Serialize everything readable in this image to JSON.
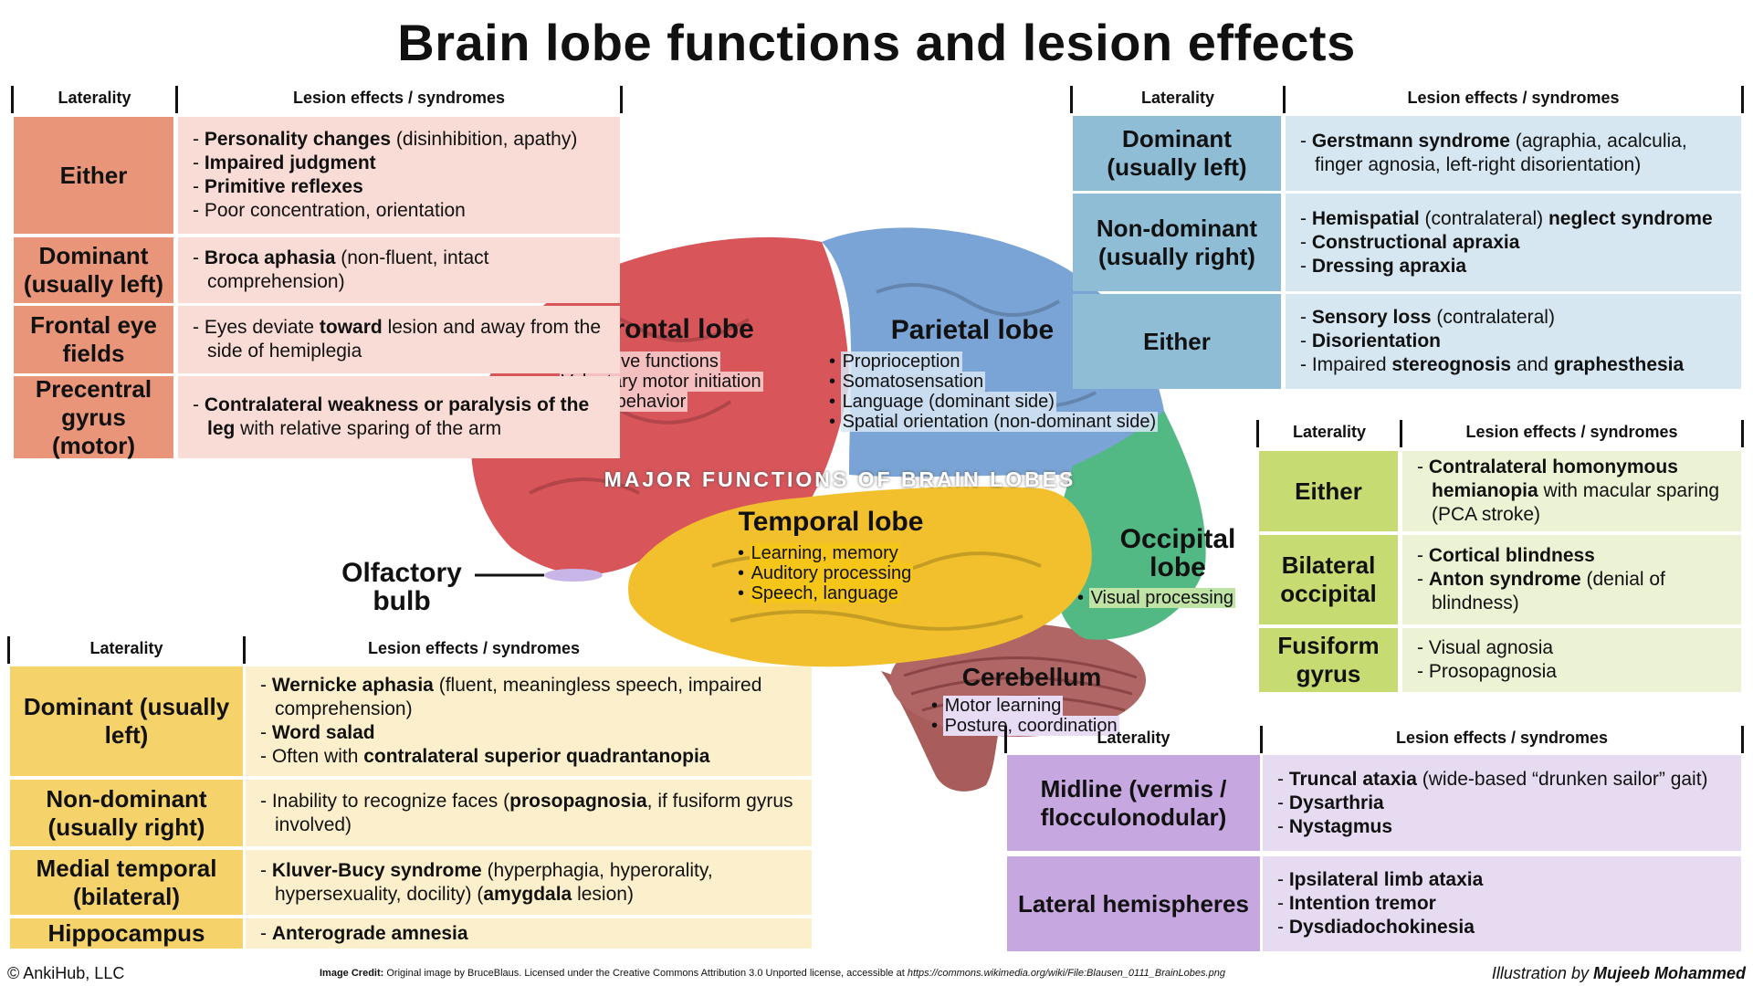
{
  "title": "Brain lobe functions and lesion effects",
  "headers": {
    "laterality": "Laterality",
    "lesion": "Lesion effects / syndromes"
  },
  "frontal": {
    "rows": [
      {
        "label": "Either",
        "lines": [
          [
            [
              "b",
              "Personality changes"
            ],
            [
              "n",
              " (disinhibition, apathy)"
            ]
          ],
          [
            [
              "b",
              "Impaired judgment"
            ]
          ],
          [
            [
              "b",
              "Primitive reflexes"
            ]
          ],
          [
            [
              "n",
              "Poor concentration, orientation"
            ]
          ]
        ]
      },
      {
        "label": "Dominant (usually left)",
        "lines": [
          [
            [
              "b",
              "Broca aphasia"
            ],
            [
              "n",
              " (non-fluent, intact comprehension)"
            ]
          ]
        ]
      },
      {
        "label": "Frontal eye fields",
        "lines": [
          [
            [
              "n",
              "Eyes deviate "
            ],
            [
              "b",
              "toward"
            ],
            [
              "n",
              " lesion and away from the side of hemiplegia"
            ]
          ]
        ]
      },
      {
        "label": "Precentral gyrus (motor)",
        "lines": [
          [
            [
              "b",
              "Contralateral weakness or paralysis of the leg"
            ],
            [
              "n",
              " with relative sparing of the arm"
            ]
          ]
        ]
      }
    ]
  },
  "parietal": {
    "rows": [
      {
        "label": "Dominant (usually left)",
        "lines": [
          [
            [
              "b",
              "Gerstmann syndrome"
            ],
            [
              "n",
              " (agraphia, acalculia, finger agnosia, left-right disorientation)"
            ]
          ]
        ]
      },
      {
        "label": "Non-dominant (usually right)",
        "lines": [
          [
            [
              "b",
              "Hemispatial"
            ],
            [
              "n",
              " (contralateral) "
            ],
            [
              "b",
              "neglect syndrome"
            ]
          ],
          [
            [
              "b",
              "Constructional apraxia"
            ]
          ],
          [
            [
              "b",
              "Dressing apraxia"
            ]
          ]
        ]
      },
      {
        "label": "Either",
        "lines": [
          [
            [
              "b",
              "Sensory loss"
            ],
            [
              "n",
              " (contralateral)"
            ]
          ],
          [
            [
              "b",
              "Disorientation"
            ]
          ],
          [
            [
              "n",
              "Impaired "
            ],
            [
              "b",
              "stereognosis"
            ],
            [
              "n",
              " and "
            ],
            [
              "b",
              "graphesthesia"
            ]
          ]
        ]
      }
    ]
  },
  "occipital": {
    "rows": [
      {
        "label": "Either",
        "lines": [
          [
            [
              "b",
              "Contralateral homonymous hemianopia"
            ],
            [
              "n",
              " with macular sparing (PCA stroke)"
            ]
          ]
        ]
      },
      {
        "label": "Bilateral occipital",
        "lines": [
          [
            [
              "b",
              "Cortical blindness"
            ]
          ],
          [
            [
              "b",
              "Anton syndrome"
            ],
            [
              "n",
              " (denial of blindness)"
            ]
          ]
        ]
      },
      {
        "label": "Fusiform gyrus",
        "lines": [
          [
            [
              "n",
              "Visual agnosia"
            ]
          ],
          [
            [
              "n",
              "Prosopagnosia"
            ]
          ]
        ]
      }
    ]
  },
  "temporal": {
    "rows": [
      {
        "label": "Dominant (usually left)",
        "lines": [
          [
            [
              "b",
              "Wernicke aphasia"
            ],
            [
              "n",
              " (fluent, meaningless speech, impaired comprehension)"
            ]
          ],
          [
            [
              "b",
              "Word salad"
            ]
          ],
          [
            [
              "n",
              "Often with "
            ],
            [
              "b",
              "contralateral superior quadrantanopia"
            ]
          ]
        ]
      },
      {
        "label": "Non-dominant (usually right)",
        "lines": [
          [
            [
              "n",
              "Inability to recognize faces ("
            ],
            [
              "b",
              "prosopagnosia"
            ],
            [
              "n",
              ", if fusiform gyrus involved)"
            ]
          ]
        ]
      },
      {
        "label": "Medial temporal (bilateral)",
        "lines": [
          [
            [
              "b",
              "Kluver-Bucy syndrome"
            ],
            [
              "n",
              " (hyperphagia, hyperorality, hypersexuality, docility) ("
            ],
            [
              "b",
              "amygdala"
            ],
            [
              "n",
              " lesion)"
            ]
          ]
        ]
      },
      {
        "label": "Hippocampus",
        "lines": [
          [
            [
              "b",
              "Anterograde amnesia"
            ]
          ]
        ]
      }
    ]
  },
  "cerebellum": {
    "rows": [
      {
        "label": "Midline (vermis / flocculonodular)",
        "lines": [
          [
            [
              "b",
              "Truncal ataxia"
            ],
            [
              "n",
              " (wide-based “drunken sailor” gait)"
            ]
          ],
          [
            [
              "b",
              "Dysarthria"
            ]
          ],
          [
            [
              "b",
              "Nystagmus"
            ]
          ]
        ]
      },
      {
        "label": "Lateral hemispheres",
        "lines": [
          [
            [
              "b",
              "Ipsilateral limb ataxia"
            ]
          ],
          [
            [
              "b",
              "Intention tremor"
            ]
          ],
          [
            [
              "b",
              "Dysdiadochokinesia"
            ]
          ]
        ]
      }
    ]
  },
  "brain": {
    "major": "MAJOR FUNCTIONS OF BRAIN LOBES",
    "frontal": {
      "name": "Frontal lobe",
      "items": [
        "Executive functions",
        "Voluntary motor initiation",
        "Social behavior"
      ]
    },
    "parietal": {
      "name": "Parietal lobe",
      "items": [
        "Proprioception",
        "Somatosensation",
        "Language (dominant side)",
        "Spatial orientation (non-dominant side)"
      ]
    },
    "temporal": {
      "name": "Temporal lobe",
      "items": [
        "Learning, memory",
        "Auditory processing",
        "Speech, language"
      ]
    },
    "occipital": {
      "name": "Occipital lobe",
      "items": [
        "Visual processing"
      ]
    },
    "cerebellum": {
      "name": "Cerebellum",
      "items": [
        "Motor learning",
        "Posture, coordination"
      ]
    },
    "olfactory": "Olfactory bulb"
  },
  "footer": {
    "left": "© AnkiHub, LLC",
    "credit_bold": "Image Credit:",
    "credit": " Original image by BruceBlaus. Licensed under the Creative Commons Attribution 3.0 Unported license, accessible at ",
    "credit_url": "https://commons.wikimedia.org/wiki/File:Blausen_0111_BrainLobes.png",
    "right_pre": "Illustration by ",
    "right_name": "Mujeeb Mohammed"
  },
  "colors": {
    "frontal_dark": "#e8957a",
    "frontal_light": "#f9dcd6",
    "parietal_dark": "#8fbdd6",
    "parietal_light": "#d6e7f1",
    "occipital_dark": "#c6dc72",
    "occipital_light": "#ecf2d4",
    "temporal_dark": "#f6d36a",
    "temporal_light": "#fcf0cc",
    "cerebellum_dark": "#c7a7e0",
    "cerebellum_light": "#e7dbf2"
  }
}
